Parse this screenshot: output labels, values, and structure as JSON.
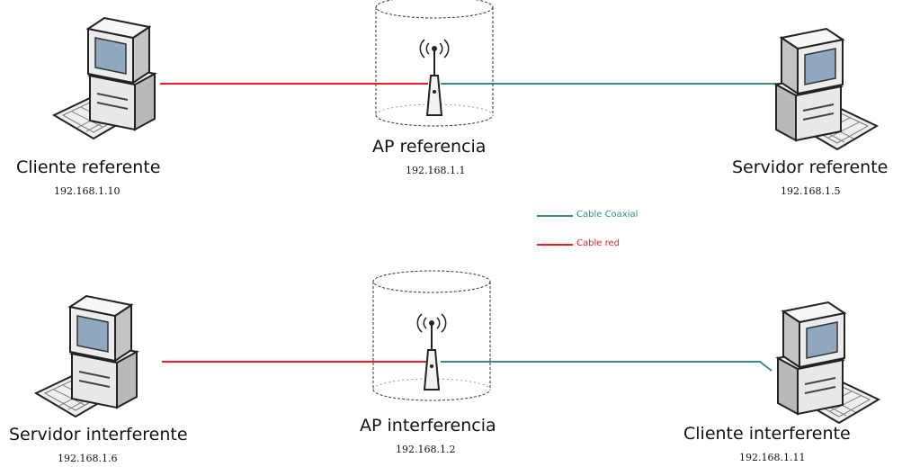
{
  "colors": {
    "cable_red": "#ee1c25",
    "cable_coax": "#3a8a8c",
    "computer_body": "#e9e9e9",
    "computer_outline": "#222222",
    "screen": "#8fa8c0"
  },
  "legend": {
    "coax": {
      "label": "Cable Coaxial",
      "icon": "coax-cable-line-icon"
    },
    "red": {
      "label": "Cable red",
      "icon": "network-cable-line-icon"
    }
  },
  "top": {
    "left": {
      "name": "Cliente referente",
      "ip": "192.168.1.10",
      "icon": "desktop-computer-icon"
    },
    "ap": {
      "name": "AP referencia",
      "ip": "192.168.1.1",
      "icon": "wireless-access-point-icon"
    },
    "right": {
      "name": "Servidor referente",
      "ip": "192.168.1.5",
      "icon": "desktop-computer-icon"
    }
  },
  "bottom": {
    "left": {
      "name": "Servidor interferente",
      "ip": "192.168.1.6",
      "icon": "desktop-computer-icon"
    },
    "ap": {
      "name": "AP interferencia",
      "ip": "192.168.1.2",
      "icon": "wireless-access-point-icon"
    },
    "right": {
      "name": "Cliente interferente",
      "ip": "192.168.1.11",
      "icon": "desktop-computer-icon"
    }
  }
}
